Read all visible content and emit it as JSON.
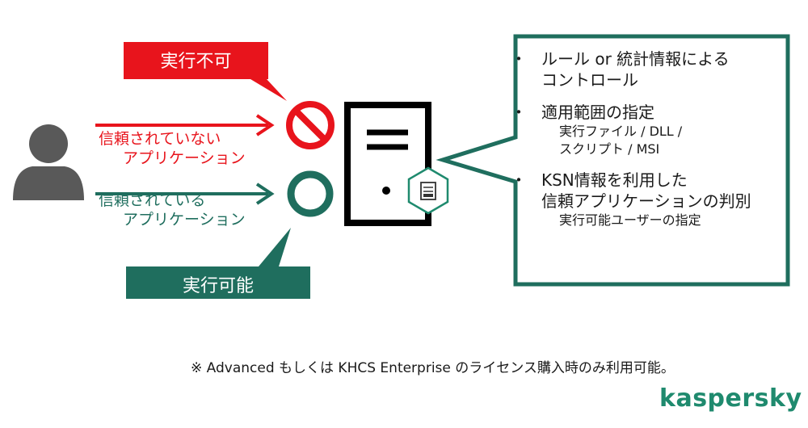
{
  "blocked": {
    "tag": "実行不可",
    "label_line1": "信頼されていない",
    "label_line2": "アプリケーション"
  },
  "allowed": {
    "tag": "実行可能",
    "label_line1": "信頼されている",
    "label_line2": "アプリケーション"
  },
  "callout": {
    "items": [
      {
        "bullet": "・",
        "lines": [
          "ルール or 統計情報による",
          "コントロール"
        ],
        "sub": []
      },
      {
        "bullet": "・",
        "lines": [
          "適用範囲の指定"
        ],
        "sub": [
          "実行ファイル / DLL /",
          "スクリプト / MSI"
        ]
      },
      {
        "bullet": "・",
        "lines": [
          "KSN情報を利用した",
          "信頼アプリケーションの判別"
        ],
        "sub": [
          "実行可能ユーザーの指定"
        ]
      }
    ]
  },
  "footnote": "※ Advanced もしくは KHCS Enterprise のライセンス購入時のみ利用可能。",
  "logo": "kaspersky",
  "colors": {
    "red": "#e8141c",
    "green": "#1f6e5e",
    "gray": "#595959",
    "black": "#000000"
  },
  "icons": [
    "user-icon",
    "prohibited-icon",
    "allowed-circle-icon",
    "server-icon",
    "kaspersky-hexagon-icon"
  ]
}
